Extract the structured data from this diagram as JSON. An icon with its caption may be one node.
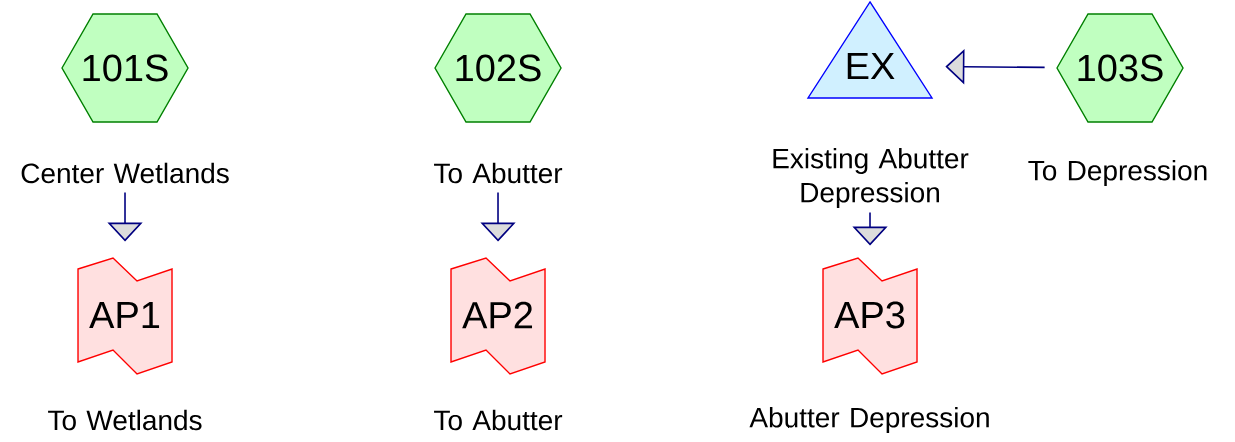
{
  "diagram": {
    "nodes": [
      {
        "text": [
          "101S"
        ],
        "beside": [
          "Center Wetlands"
        ]
      },
      {
        "text": [
          "102S"
        ],
        "beside": [
          "To Abutter"
        ]
      },
      {
        "text": [
          "EX"
        ],
        "beside": [
          "Existing Abutter Depression"
        ]
      },
      {
        "text": [
          "103S"
        ],
        "beside": [
          "To Depression"
        ]
      },
      {
        "text": [
          "AP1"
        ],
        "beside": [
          "To Wetlands"
        ]
      },
      {
        "text": [
          "AP2"
        ],
        "beside": [
          "To Abutter"
        ]
      },
      {
        "text": [
          "AP3"
        ],
        "beside": [
          "Abutter Depression"
        ]
      }
    ],
    "edges": [
      {
        "from": 0,
        "to": 4,
        "arrow": "to"
      },
      {
        "from": 1,
        "to": 5,
        "arrow": "to"
      },
      {
        "from": 3,
        "to": 2,
        "arrow": "to"
      },
      {
        "from": 2,
        "to": 6,
        "arrow": "to"
      }
    ]
  }
}
